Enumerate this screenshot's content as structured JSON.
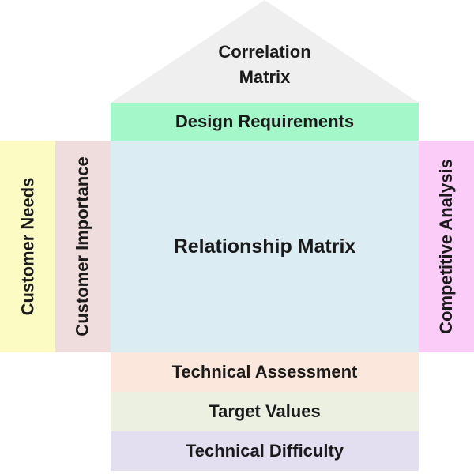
{
  "roof": {
    "line1": "Correlation",
    "line2": "Matrix",
    "color": "#efefef"
  },
  "design_requirements": {
    "label": "Design Requirements",
    "color": "#a3f7c8"
  },
  "customer_needs": {
    "label": "Customer Needs",
    "color": "#fdfbc4"
  },
  "customer_importance": {
    "label": "Customer Importance",
    "color": "#efdcdc"
  },
  "relationship_matrix": {
    "label": "Relationship Matrix",
    "color": "#dcecf3"
  },
  "competitive_analysis": {
    "label": "Competitive Analysis",
    "color": "#fcccf8"
  },
  "technical_assessment": {
    "label": "Technical Assessment",
    "color": "#fbe7db"
  },
  "target_values": {
    "label": "Target Values",
    "color": "#ebf0e1"
  },
  "technical_difficulty": {
    "label": "Technical Difficulty",
    "color": "#e3def0"
  }
}
